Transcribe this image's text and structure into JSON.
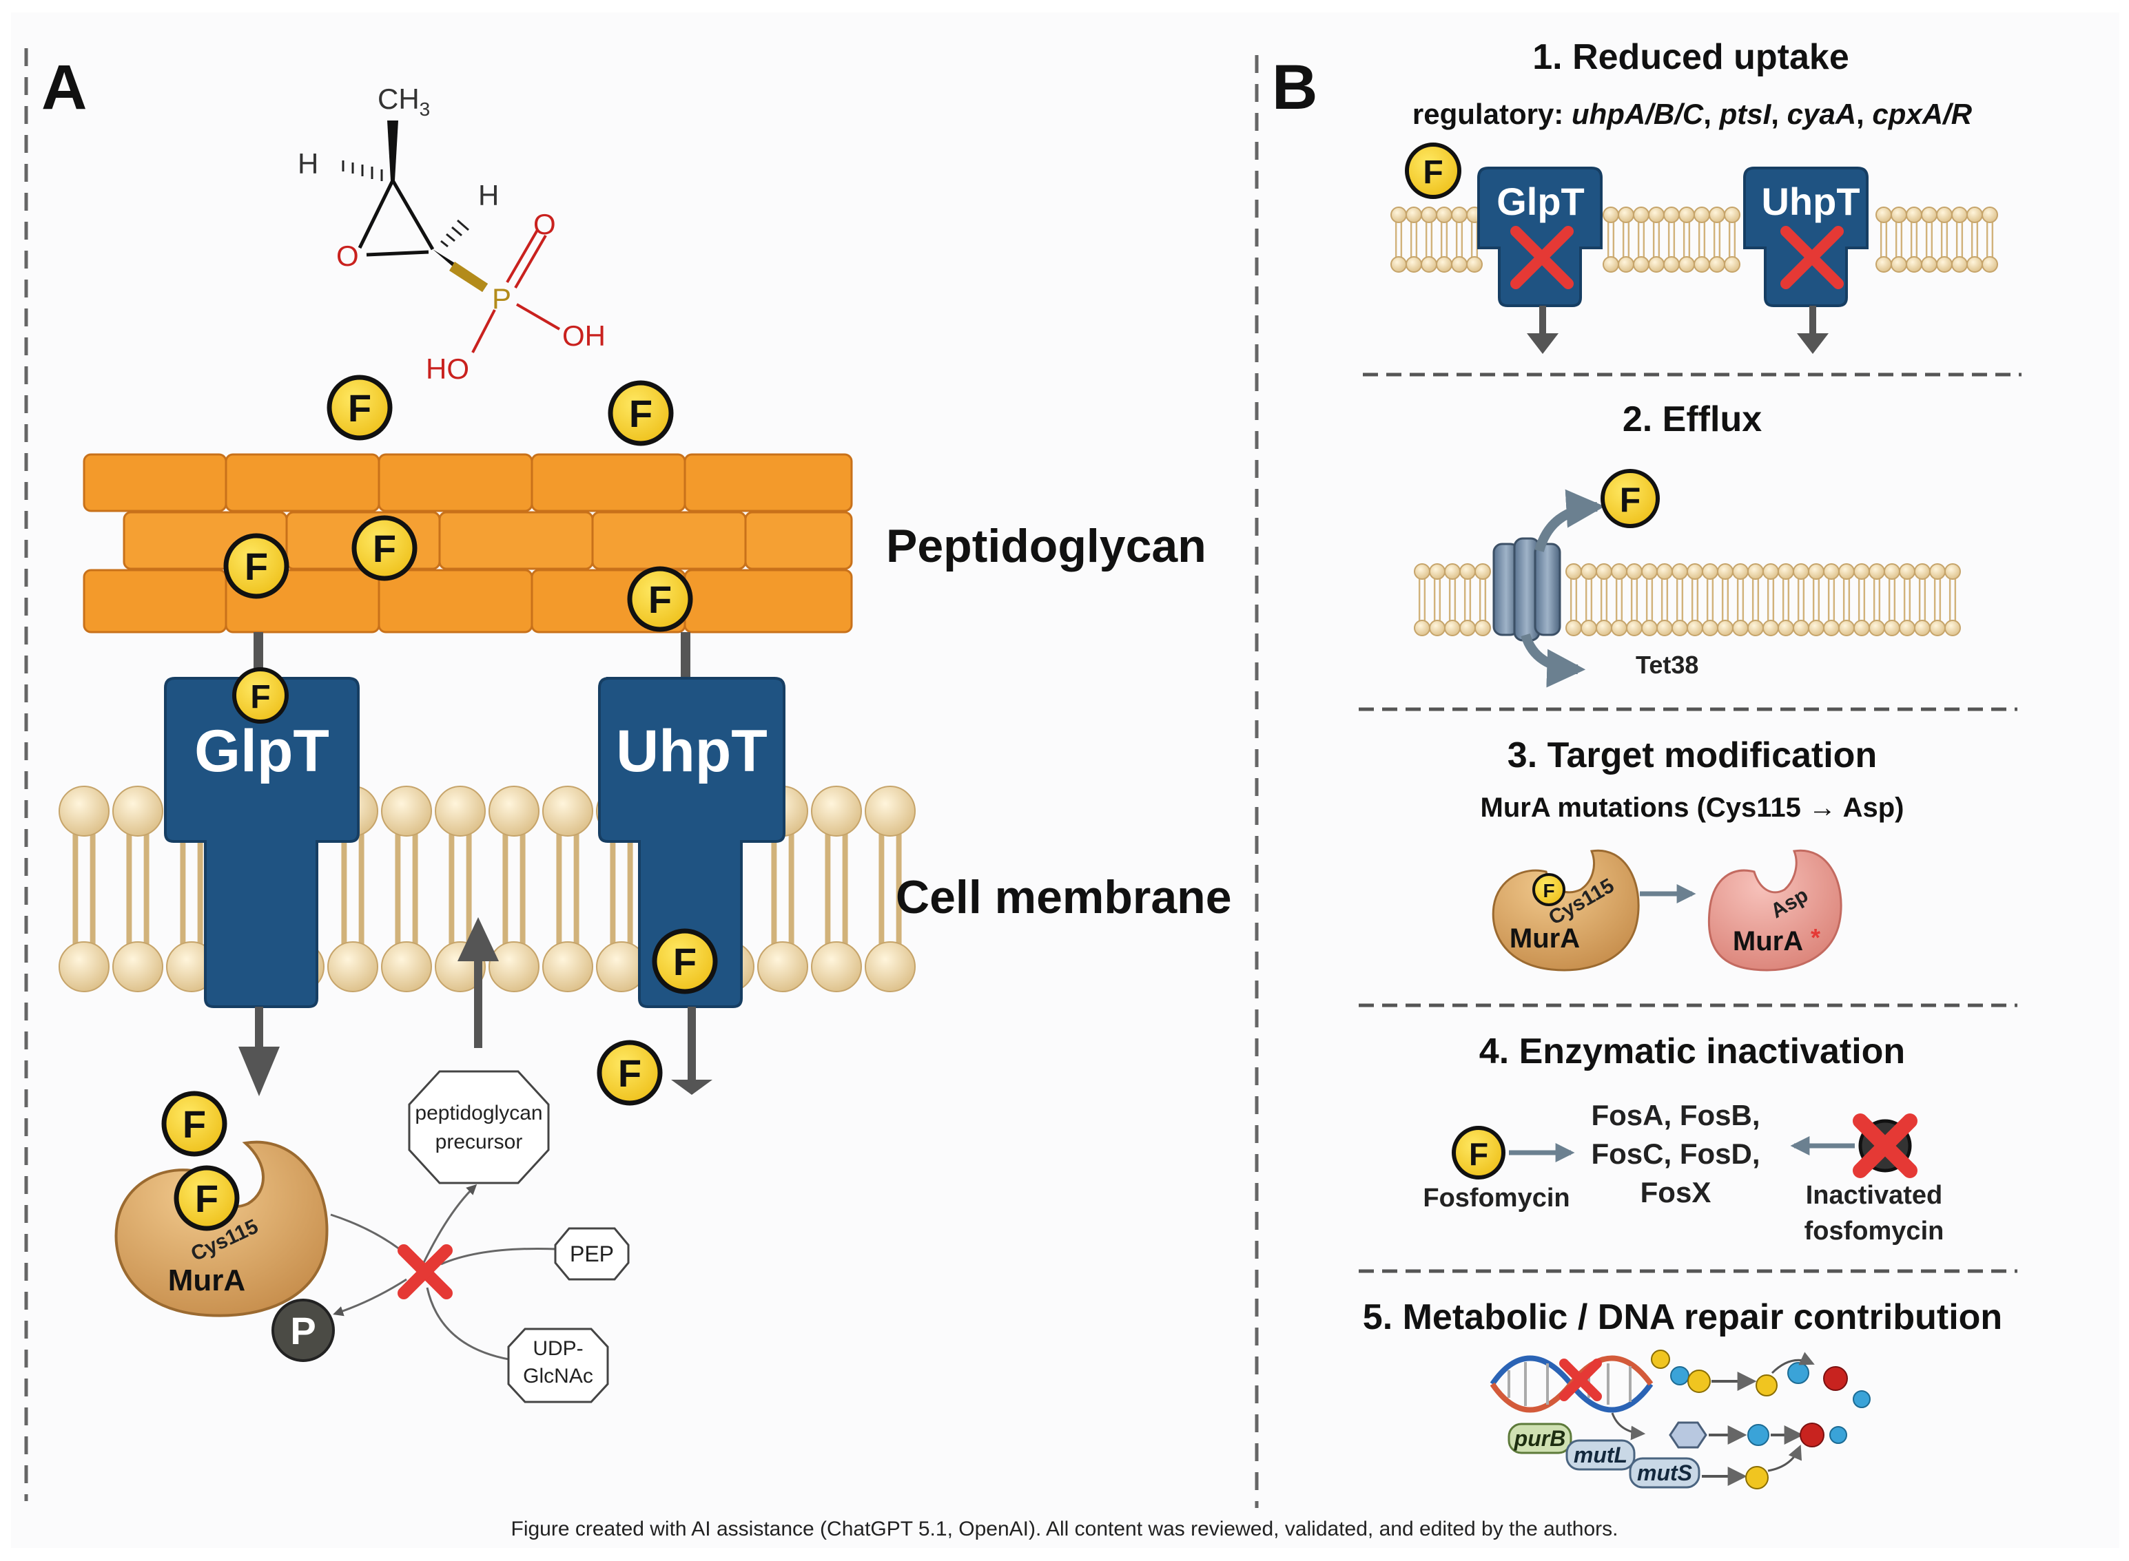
{
  "panel_a": {
    "label": "A",
    "molecule": {
      "ch3": "CH",
      "ch3_sub": "3",
      "h_left": "H",
      "h_right": "H",
      "o_ring": "O",
      "p": "P",
      "o_double": "O",
      "oh": "OH",
      "ho": "HO"
    },
    "peptidoglycan_label": "Peptidoglycan",
    "membrane_label": "Cell membrane",
    "transporters": [
      "GlpT",
      "UhpT"
    ],
    "fosfomycin_token": "F",
    "precursor_line1": "peptidoglycan",
    "precursor_line2": "precursor",
    "pep": "PEP",
    "udp_line1": "UDP-",
    "udp_line2": "GlcNAc",
    "mura": "MurA",
    "cys": "Cys115",
    "phosphate": "P"
  },
  "panel_b": {
    "label": "B",
    "s1_title": "1. Reduced uptake",
    "s1_reg_prefix": "regulatory: ",
    "s1_reg_genes": [
      "uhpA/B/C",
      "ptsI",
      "cyaA",
      "cpxA/R"
    ],
    "s1_sep": ", ",
    "s1_transporters": [
      "GlpT",
      "UhpT"
    ],
    "s2_title": "2. Efflux",
    "s2_pump": "Tet38",
    "s3_title": "3. Target modification",
    "s3_sub": "MurA mutations (Cys115 → Asp)",
    "s3_mura": "MurA",
    "s3_cys": "Cys115",
    "s3_asp": "Asp",
    "s3_star": "*",
    "s4_title": "4. Enzymatic inactivation",
    "s4_enzymes_l1": "FosA, FosB,",
    "s4_enzymes_l2": "FosC, FosD,",
    "s4_enzymes_l3": "FosX",
    "s4_fosfomycin": "Fosfomycin",
    "s4_inact_l1": "Inactivated",
    "s4_inact_l2": "fosfomycin",
    "s5_title": "5. Metabolic / DNA repair contribution",
    "s5_genes": [
      "purB",
      "mutL",
      "mutS"
    ]
  },
  "caption": "Figure created with AI assistance (ChatGPT 5.1, OpenAI). All content was reviewed, validated, and edited by the authors.",
  "colors": {
    "transporter": "#1f5382",
    "brick": "#f39a2b",
    "lipid_head": "#f0dcb0",
    "fosfomycin": "#f6d22b",
    "mura": "#d7a364",
    "mura_mutant": "#ee9b91",
    "cross": "#e53935",
    "divider": "#555555"
  }
}
